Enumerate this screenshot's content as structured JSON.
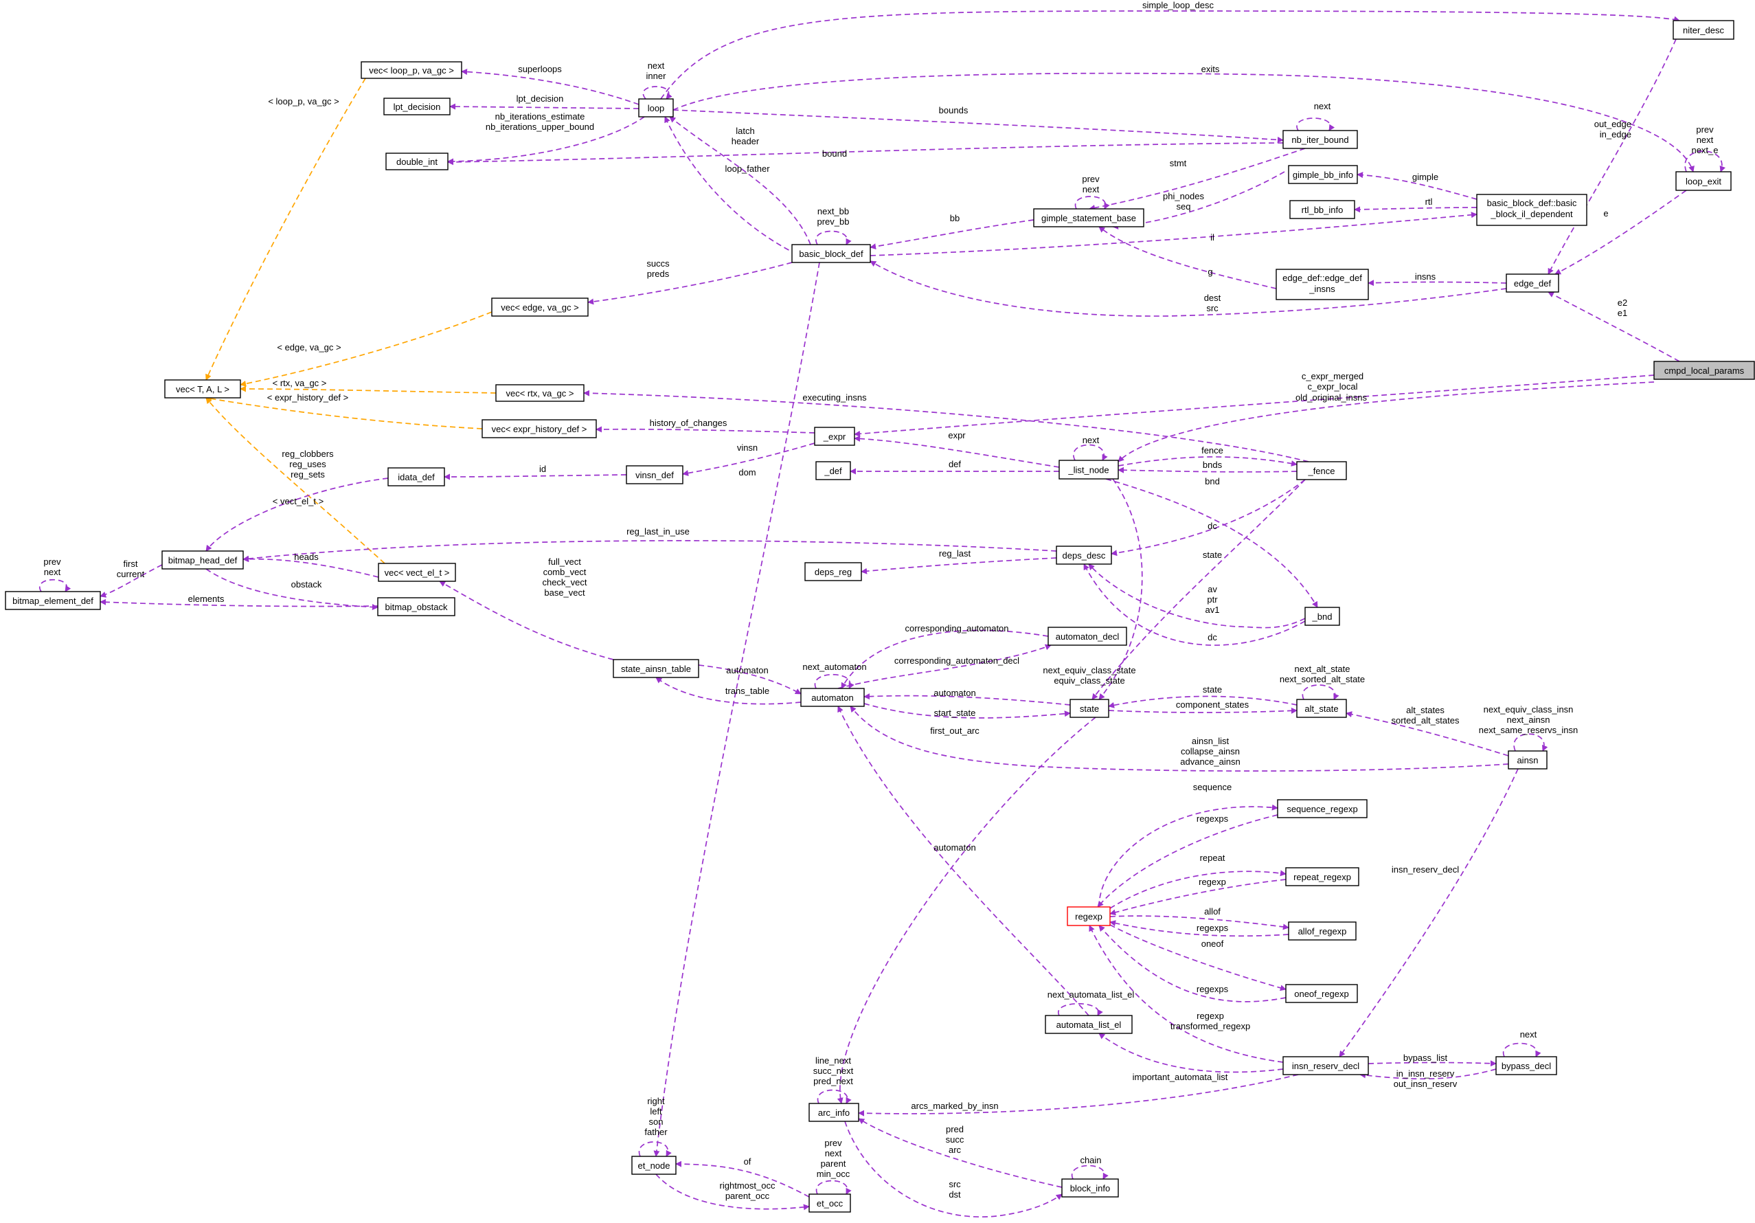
{
  "diagram": {
    "colors": {
      "usage": "#9a32cd",
      "template": "#ffa500",
      "highlight_fill": "#bfbfbf",
      "red_border": "#ff0000"
    },
    "nodes": [
      {
        "id": "niter_desc",
        "label": "niter_desc"
      },
      {
        "id": "loop_exit",
        "label": "loop_exit"
      },
      {
        "id": "vec_loop_p",
        "label": "vec< loop_p, va_gc >"
      },
      {
        "id": "lpt_decision",
        "label": "lpt_decision"
      },
      {
        "id": "double_int",
        "label": "double_int"
      },
      {
        "id": "loop",
        "label": "loop"
      },
      {
        "id": "nb_iter_bound",
        "label": "nb_iter_bound"
      },
      {
        "id": "gimple_bb_info",
        "label": "gimple_bb_info"
      },
      {
        "id": "rtl_bb_info",
        "label": "rtl_bb_info"
      },
      {
        "id": "bbd_il",
        "lines": [
          "basic_block_def::basic",
          "_block_il_dependent"
        ]
      },
      {
        "id": "gimple_statement_base",
        "label": "gimple_statement_base"
      },
      {
        "id": "basic_block_def",
        "label": "basic_block_def"
      },
      {
        "id": "edge_def_insns",
        "lines": [
          "edge_def::edge_def",
          "_insns"
        ]
      },
      {
        "id": "edge_def",
        "label": "edge_def"
      },
      {
        "id": "vec_edge",
        "label": "vec< edge, va_gc >"
      },
      {
        "id": "vec_TAL",
        "label": "vec< T, A, L >"
      },
      {
        "id": "vec_rtx",
        "label": "vec< rtx, va_gc >"
      },
      {
        "id": "cmpd_local_params",
        "label": "cmpd_local_params"
      },
      {
        "id": "vec_expr_history",
        "label": "vec< expr_history_def >"
      },
      {
        "id": "_expr",
        "label": "_expr"
      },
      {
        "id": "_def",
        "label": "_def"
      },
      {
        "id": "_list_node",
        "label": "_list_node"
      },
      {
        "id": "_fence",
        "label": "_fence"
      },
      {
        "id": "idata_def",
        "label": "idata_def"
      },
      {
        "id": "vinsn_def",
        "label": "vinsn_def"
      },
      {
        "id": "bitmap_head_def",
        "label": "bitmap_head_def"
      },
      {
        "id": "bitmap_element_def",
        "label": "bitmap_element_def"
      },
      {
        "id": "vec_vect_el",
        "label": "vec< vect_el_t >"
      },
      {
        "id": "bitmap_obstack",
        "label": "bitmap_obstack"
      },
      {
        "id": "deps_desc",
        "label": "deps_desc"
      },
      {
        "id": "deps_reg",
        "label": "deps_reg"
      },
      {
        "id": "_bnd",
        "label": "_bnd"
      },
      {
        "id": "state_ainsn_table",
        "label": "state_ainsn_table"
      },
      {
        "id": "automaton_decl",
        "label": "automaton_decl"
      },
      {
        "id": "automaton",
        "label": "automaton"
      },
      {
        "id": "state",
        "label": "state"
      },
      {
        "id": "alt_state",
        "label": "alt_state"
      },
      {
        "id": "ainsn",
        "label": "ainsn"
      },
      {
        "id": "sequence_regexp",
        "label": "sequence_regexp"
      },
      {
        "id": "repeat_regexp",
        "label": "repeat_regexp"
      },
      {
        "id": "regexp",
        "label": "regexp"
      },
      {
        "id": "allof_regexp",
        "label": "allof_regexp"
      },
      {
        "id": "oneof_regexp",
        "label": "oneof_regexp"
      },
      {
        "id": "automata_list_el",
        "label": "automata_list_el"
      },
      {
        "id": "insn_reserv_decl",
        "label": "insn_reserv_decl"
      },
      {
        "id": "bypass_decl",
        "label": "bypass_decl"
      },
      {
        "id": "arc_info",
        "label": "arc_info"
      },
      {
        "id": "et_node",
        "label": "et_node"
      },
      {
        "id": "et_occ",
        "label": "et_occ"
      },
      {
        "id": "block_info",
        "label": "block_info"
      }
    ],
    "edge_labels": [
      {
        "id": "simple_loop_desc",
        "lines": [
          "simple_loop_desc"
        ]
      },
      {
        "id": "exits",
        "lines": [
          "exits"
        ]
      },
      {
        "id": "superloops",
        "lines": [
          "superloops"
        ]
      },
      {
        "id": "loop_next_inner",
        "lines": [
          "next",
          "inner"
        ]
      },
      {
        "id": "lpt_decision_lbl",
        "lines": [
          "lpt_decision"
        ]
      },
      {
        "id": "nb_iterations",
        "lines": [
          "nb_iterations_estimate",
          "nb_iterations_upper_bound"
        ]
      },
      {
        "id": "bounds",
        "lines": [
          "bounds"
        ]
      },
      {
        "id": "nb_next",
        "lines": [
          "next"
        ]
      },
      {
        "id": "bound",
        "lines": [
          "bound"
        ]
      },
      {
        "id": "latch_header",
        "lines": [
          "latch",
          "header"
        ]
      },
      {
        "id": "loop_father",
        "lines": [
          "loop_father"
        ]
      },
      {
        "id": "next_bb_prev_bb",
        "lines": [
          "next_bb",
          "prev_bb"
        ]
      },
      {
        "id": "stmt",
        "lines": [
          "stmt"
        ]
      },
      {
        "id": "gsb_prev_next",
        "lines": [
          "prev",
          "next"
        ]
      },
      {
        "id": "phi_nodes_seq",
        "lines": [
          "phi_nodes",
          "seq"
        ]
      },
      {
        "id": "gimple",
        "lines": [
          "gimple"
        ]
      },
      {
        "id": "rtl",
        "lines": [
          "rtl"
        ]
      },
      {
        "id": "bb",
        "lines": [
          "bb"
        ]
      },
      {
        "id": "il",
        "lines": [
          "il"
        ]
      },
      {
        "id": "succs_preds",
        "lines": [
          "succs",
          "preds"
        ]
      },
      {
        "id": "g",
        "lines": [
          "g"
        ]
      },
      {
        "id": "insns",
        "lines": [
          "insns"
        ]
      },
      {
        "id": "dest_src",
        "lines": [
          "dest",
          "src"
        ]
      },
      {
        "id": "out_in_edge",
        "lines": [
          "out_edge",
          "in_edge"
        ]
      },
      {
        "id": "loop_exit_links",
        "lines": [
          "prev",
          "next",
          "next_e"
        ]
      },
      {
        "id": "e",
        "lines": [
          "e"
        ]
      },
      {
        "id": "e2_e1",
        "lines": [
          "e2",
          "e1"
        ]
      },
      {
        "id": "t_loop_p",
        "lines": [
          "< loop_p, va_gc >"
        ]
      },
      {
        "id": "t_edge",
        "lines": [
          "< edge, va_gc >"
        ]
      },
      {
        "id": "t_rtx",
        "lines": [
          "< rtx, va_gc >"
        ]
      },
      {
        "id": "t_expr_history",
        "lines": [
          "< expr_history_def >"
        ]
      },
      {
        "id": "t_vect_el",
        "lines": [
          "< vect_el_t >"
        ]
      },
      {
        "id": "c_expr",
        "lines": [
          "c_expr_merged",
          "c_expr_local"
        ]
      },
      {
        "id": "executing_insns",
        "lines": [
          "executing_insns"
        ]
      },
      {
        "id": "old_original_insns",
        "lines": [
          "old_original_insns"
        ]
      },
      {
        "id": "history_of_changes",
        "lines": [
          "history_of_changes"
        ]
      },
      {
        "id": "expr",
        "lines": [
          "expr"
        ]
      },
      {
        "id": "ln_next",
        "lines": [
          "next"
        ]
      },
      {
        "id": "fence",
        "lines": [
          "fence"
        ]
      },
      {
        "id": "bnds",
        "lines": [
          "bnds"
        ]
      },
      {
        "id": "def",
        "lines": [
          "def"
        ]
      },
      {
        "id": "bnd",
        "lines": [
          "bnd"
        ]
      },
      {
        "id": "vinsn",
        "lines": [
          "vinsn"
        ]
      },
      {
        "id": "id",
        "lines": [
          "id"
        ]
      },
      {
        "id": "dom",
        "lines": [
          "dom"
        ]
      },
      {
        "id": "reg_sets",
        "lines": [
          "reg_clobbers",
          "reg_uses",
          "reg_sets"
        ]
      },
      {
        "id": "bed_prev_next",
        "lines": [
          "prev",
          "next"
        ]
      },
      {
        "id": "first_current",
        "lines": [
          "first",
          "current"
        ]
      },
      {
        "id": "heads",
        "lines": [
          "heads"
        ]
      },
      {
        "id": "obstack",
        "lines": [
          "obstack"
        ]
      },
      {
        "id": "elements",
        "lines": [
          "elements"
        ]
      },
      {
        "id": "reg_last_in_use",
        "lines": [
          "reg_last_in_use"
        ]
      },
      {
        "id": "dc_fence",
        "lines": [
          "dc"
        ]
      },
      {
        "id": "reg_last",
        "lines": [
          "reg_last"
        ]
      },
      {
        "id": "state_lbl",
        "lines": [
          "state"
        ]
      },
      {
        "id": "av_ptr_av1",
        "lines": [
          "av",
          "ptr",
          "av1"
        ]
      },
      {
        "id": "dc_bnd",
        "lines": [
          "dc"
        ]
      },
      {
        "id": "vects",
        "lines": [
          "full_vect",
          "comb_vect",
          "check_vect",
          "base_vect"
        ]
      },
      {
        "id": "corresponding_automaton",
        "lines": [
          "corresponding_automaton"
        ]
      },
      {
        "id": "corresponding_automaton_decl",
        "lines": [
          "corresponding_automaton_decl"
        ]
      },
      {
        "id": "automaton_sat",
        "lines": [
          "automaton"
        ]
      },
      {
        "id": "trans_table",
        "lines": [
          "trans_table"
        ]
      },
      {
        "id": "next_automaton",
        "lines": [
          "next_automaton"
        ]
      },
      {
        "id": "state_equiv",
        "lines": [
          "next_equiv_class_state",
          "equiv_class_state"
        ]
      },
      {
        "id": "automaton_state",
        "lines": [
          "automaton"
        ]
      },
      {
        "id": "start_state",
        "lines": [
          "start_state"
        ]
      },
      {
        "id": "state_alt",
        "lines": [
          "state"
        ]
      },
      {
        "id": "component_states",
        "lines": [
          "component_states"
        ]
      },
      {
        "id": "alt_state_next",
        "lines": [
          "next_alt_state",
          "next_sorted_alt_state"
        ]
      },
      {
        "id": "alt_states",
        "lines": [
          "alt_states",
          "sorted_alt_states"
        ]
      },
      {
        "id": "ainsn_links",
        "lines": [
          "next_equiv_class_insn",
          "next_ainsn",
          "next_same_reservs_insn"
        ]
      },
      {
        "id": "first_out_arc",
        "lines": [
          "first_out_arc"
        ]
      },
      {
        "id": "ainsn_list",
        "lines": [
          "ainsn_list",
          "collapse_ainsn",
          "advance_ainsn"
        ]
      },
      {
        "id": "sequence",
        "lines": [
          "sequence"
        ]
      },
      {
        "id": "regexps_seq",
        "lines": [
          "regexps"
        ]
      },
      {
        "id": "repeat",
        "lines": [
          "repeat"
        ]
      },
      {
        "id": "regexp_rep",
        "lines": [
          "regexp"
        ]
      },
      {
        "id": "allof",
        "lines": [
          "allof"
        ]
      },
      {
        "id": "regexps_allof",
        "lines": [
          "regexps"
        ]
      },
      {
        "id": "oneof",
        "lines": [
          "oneof"
        ]
      },
      {
        "id": "regexps_oneof",
        "lines": [
          "regexps"
        ]
      },
      {
        "id": "automaton_ale",
        "lines": [
          "automaton"
        ]
      },
      {
        "id": "insn_reserv_decl_lbl",
        "lines": [
          "insn_reserv_decl"
        ]
      },
      {
        "id": "next_automata_list_el",
        "lines": [
          "next_automata_list_el"
        ]
      },
      {
        "id": "regexp_transformed",
        "lines": [
          "regexp",
          "transformed_regexp"
        ]
      },
      {
        "id": "important_automata_list",
        "lines": [
          "important_automata_list"
        ]
      },
      {
        "id": "bypass_list",
        "lines": [
          "bypass_list"
        ]
      },
      {
        "id": "bypass_next",
        "lines": [
          "next"
        ]
      },
      {
        "id": "in_out_insn_reserv",
        "lines": [
          "in_insn_reserv",
          "out_insn_reserv"
        ]
      },
      {
        "id": "arc_links",
        "lines": [
          "line_next",
          "succ_next",
          "pred_next"
        ]
      },
      {
        "id": "arcs_marked_by_insn",
        "lines": [
          "arcs_marked_by_insn"
        ]
      },
      {
        "id": "et_node_links",
        "lines": [
          "right",
          "left",
          "son",
          "father"
        ]
      },
      {
        "id": "of",
        "lines": [
          "of"
        ]
      },
      {
        "id": "et_occ_links",
        "lines": [
          "prev",
          "next",
          "parent",
          "min_occ"
        ]
      },
      {
        "id": "rightmost_parent_occ",
        "lines": [
          "rightmost_occ",
          "parent_occ"
        ]
      },
      {
        "id": "pred_succ_arc",
        "lines": [
          "pred",
          "succ",
          "arc"
        ]
      },
      {
        "id": "chain",
        "lines": [
          "chain"
        ]
      },
      {
        "id": "src_dst",
        "lines": [
          "src",
          "dst"
        ]
      }
    ]
  }
}
